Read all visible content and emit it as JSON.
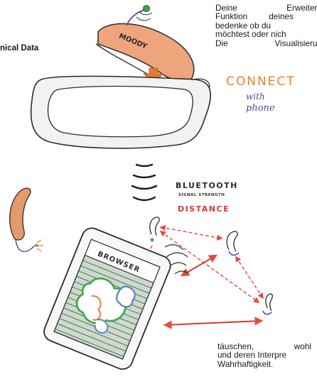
{
  "sidebar": {
    "label": "nical Data"
  },
  "paragraph_top": {
    "line1_a": "Deine",
    "line1_b": "Erweiteru",
    "line2_a": "Funktion",
    "line2_b": "deines",
    "line3": "bedenke ob du",
    "line4": "möchtest oder nich",
    "line5_a": "Die",
    "line5_b": "Visualisierun"
  },
  "paragraph_bottom": {
    "line1_a": "täuschen,",
    "line1_b": "wohl",
    "line2": "und deren Interpre",
    "line3": "Wahrhaftigkeit."
  },
  "sketch": {
    "brand_label": "MOODY",
    "connect_title": "CONNECT",
    "connect_with": "with",
    "connect_phone": "phone",
    "bt_title": "BLUETOOTH",
    "bt_subtitle": "SIGNAL STRENGTH",
    "bt_distance": "DISTANCE",
    "browser_label": "BROWSER"
  },
  "colors": {
    "ink": "#2b2b2b",
    "connect_orange": "#e8822a",
    "connect_purple": "#5b3f8f",
    "distance_red": "#d9372f",
    "arrow_red": "#e34a3c",
    "hearing_aid": "#e49a6b",
    "browser_green": "#3f7a4a",
    "blob_orange": "#e9874b",
    "blob_blue": "#5d86c9"
  }
}
